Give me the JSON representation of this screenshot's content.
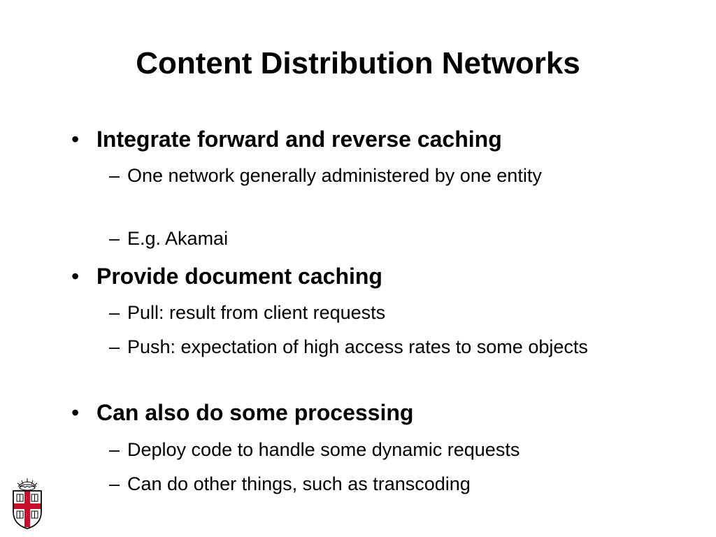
{
  "slide": {
    "title": "Content Distribution Networks",
    "bullets": [
      {
        "text": "Integrate forward and reverse caching",
        "subs": [
          "One network generally administered by one entity",
          "E.g. Akamai"
        ]
      },
      {
        "text": "Provide document caching",
        "subs": [
          "Pull: result from client requests",
          "Push: expectation of high access rates to some objects"
        ]
      },
      {
        "text": "Can also do some processing",
        "subs": [
          "Deploy code to handle some dynamic requests",
          "Can do other things, such as transcoding"
        ]
      }
    ],
    "bullet_glyph": "•",
    "sub_glyph": "–"
  },
  "logo": {
    "name": "university-crest-icon",
    "colors": {
      "red": "#c8102e",
      "black": "#000000",
      "white": "#ffffff"
    }
  }
}
